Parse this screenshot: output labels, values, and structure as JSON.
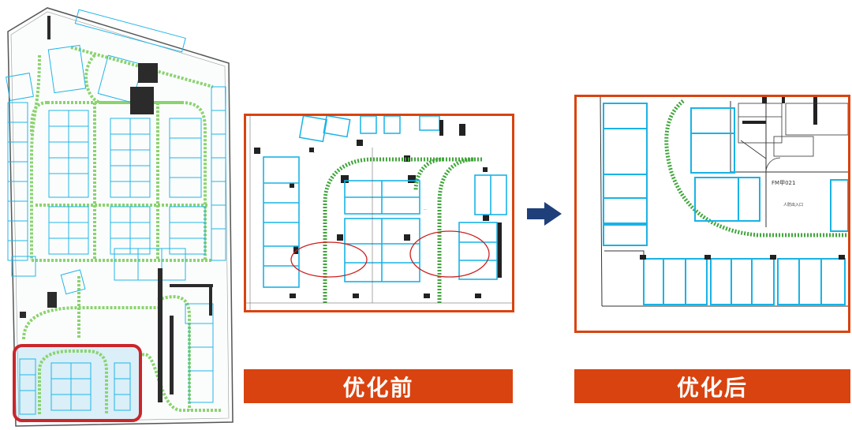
{
  "labels": {
    "before": "优化前",
    "after": "优化后"
  },
  "plan_text": {
    "after_top_code": "FM甲021",
    "room_label": "人防出入口"
  },
  "colors": {
    "accent": "#d9430f",
    "parking": "#19b3e6",
    "lane": "#7dc95e",
    "lane_dark": "#3fa53a",
    "wall": "#2b2b2b",
    "highlight": "#cc1f1f",
    "arrow": "#1f3f7a"
  },
  "icons": {
    "arrow": "right-arrow-icon"
  }
}
